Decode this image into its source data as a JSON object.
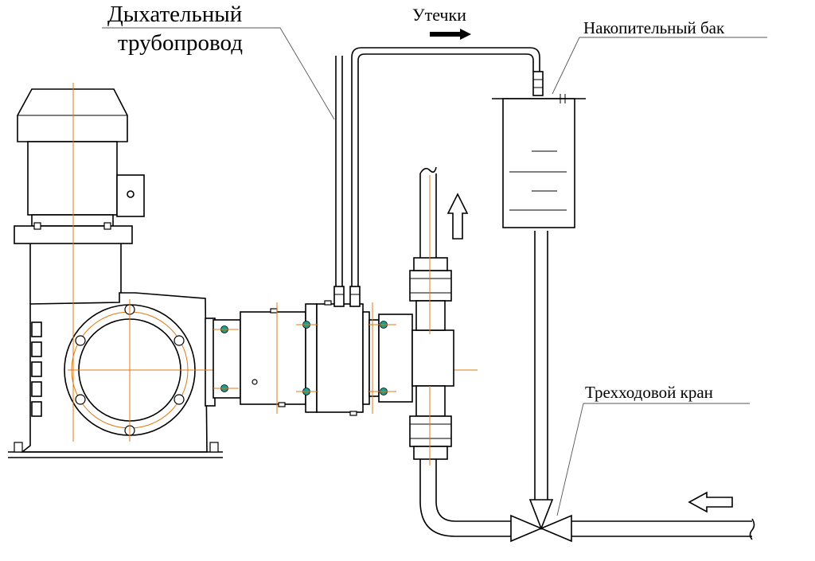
{
  "labels": {
    "breathing_line_1": "Дыхательный",
    "breathing_line_2": "трубопровод",
    "leaks": "Утечки",
    "storage_tank": "Накопительный бак",
    "three_way_valve": "Трехходовой кран"
  },
  "colors": {
    "line": "#000000",
    "axis": "#e07810",
    "fitting": "#1f9c8c"
  }
}
